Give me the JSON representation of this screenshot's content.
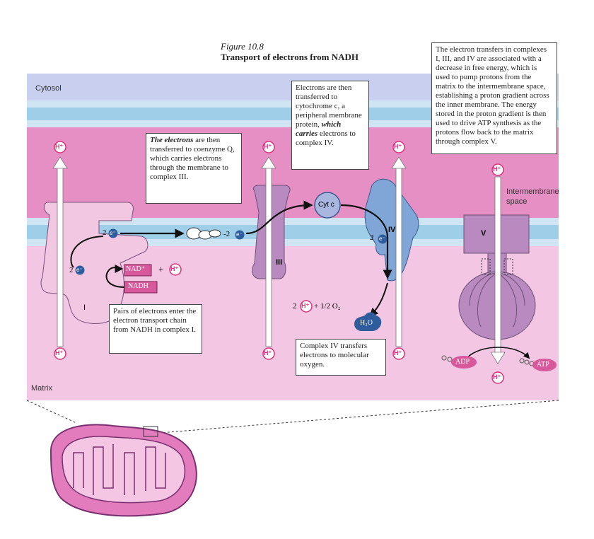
{
  "figure": {
    "number": "Figure 10.8",
    "title": "Transport of electrons from NADH"
  },
  "regions": {
    "cytosol": "Cytosol",
    "matrix": "Matrix",
    "intermembrane_line1": "Intermembrane",
    "intermembrane_line2": "space"
  },
  "complexes": {
    "I": "I",
    "III": "III",
    "IV": "IV",
    "V": "V"
  },
  "molecules": {
    "proton": "H⁺",
    "nad": "NAD⁺",
    "nadh": "NADH",
    "plus": "+",
    "cytc": "Cyt c",
    "two_e_1": "2",
    "two_e_2": "2",
    "two_e_3": "-2",
    "two_e_4": "2",
    "electron": "e⁻",
    "water": "H₂O",
    "reaction_coef": "2",
    "reaction_rest": "+ 1/2 O₂",
    "adp": "ADP",
    "atp": "ATP"
  },
  "callouts": {
    "top_right": "The electron transfers in complexes I, III, and IV are associated with a decrease in free energy, which is used to pump protons from the matrix to the intermembrane space, establishing a proton gradient across the inner membrane. The energy stored in the proton gradient is then used to drive ATP synthesis as the protons flow back to the matrix through complex V.",
    "cytc_a": "Electrons are then transferred to cytochrome c,",
    "cytc_b": "a peripheral membrane protein,",
    "cytc_c": "which carries",
    "cytc_d": "electrons to complex IV.",
    "q_a": "The electrons",
    "q_b": "are then transferred to coenzyme Q, which carries electrons through the membrane to complex III.",
    "complex1": "Pairs of electrons enter the electron transport chain from NADH in complex I.",
    "complex4": "Complex IV transfers electrons to molecular oxygen."
  },
  "colors": {
    "cytosol": "#c9d0ef",
    "membrane_blue": "#9fcfe8",
    "intermembrane": "#e68fc4",
    "matrix": "#f3c6e3",
    "complex_purple": "#b98ac0",
    "complex_pink": "#f2c7e2",
    "complex_blue": "#7fa6d6",
    "proton_ring": "#d8337a",
    "electron": "#2f5c9c"
  }
}
